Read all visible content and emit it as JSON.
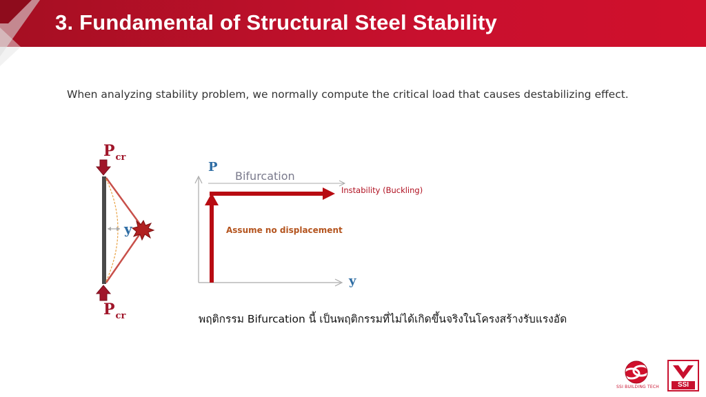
{
  "slide": {
    "title": "3. Fundamental of Structural Steel Stability",
    "intro": "When analyzing stability problem, we normally compute the critical load that causes destabilizing effect."
  },
  "column_figure": {
    "load_top": "P",
    "load_top_sub": "cr",
    "load_bottom": "P",
    "load_bottom_sub": "cr",
    "displacement_label": "y"
  },
  "graph": {
    "p_axis": "P",
    "y_axis": "y",
    "bifurcation_label": "Bifurcation",
    "instability_label": "Instability (Buckling)",
    "assume_label": "Assume no displacement"
  },
  "note_th": "พฤติกรรม Bifurcation นี้ เป็นพฤติกรรมที่ไม่ได้เกิดขึ้นจริงในโครงสร้างรับแรงอัด",
  "footer": {
    "logo_left_caption": "SSI BUILDING TECH",
    "logo_right_text": "SSI"
  },
  "colors": {
    "header": "#c8102e",
    "load_arrow": "#a0162a",
    "axis_label": "#2e6da4",
    "path_arrow": "#b80b12"
  }
}
